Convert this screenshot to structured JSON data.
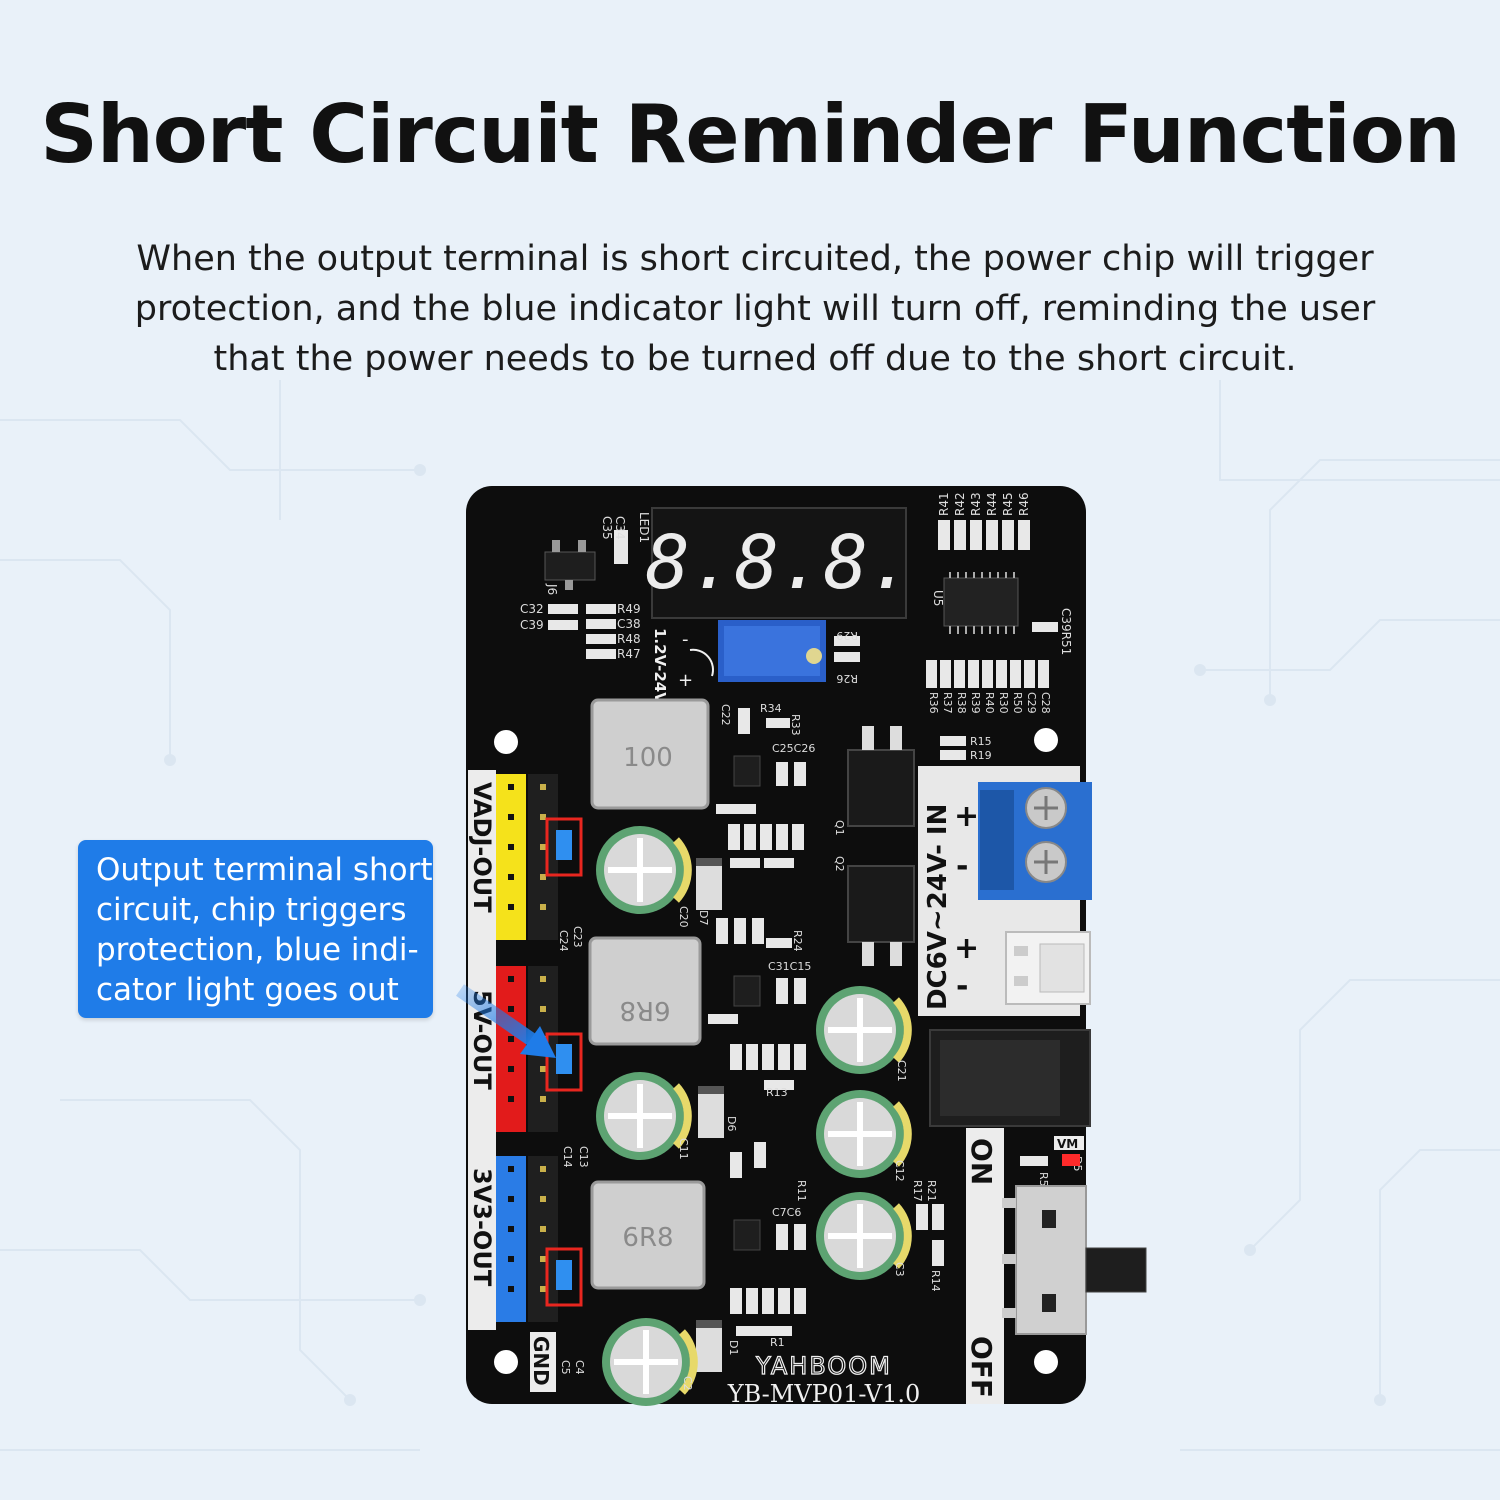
{
  "title": "Short Circuit Reminder Function",
  "description": [
    "When the output terminal is short circuited, the power chip will trigger",
    "protection, and the blue indicator light will turn off, reminding the user",
    "that the power needs to be turned off due to the short circuit."
  ],
  "callout": [
    "Output terminal short",
    "circuit, chip triggers",
    "protection, blue indi-",
    "cator light goes out"
  ],
  "board": {
    "display": "8.8.8.",
    "inductors": [
      "100",
      "6R8",
      "6R8"
    ],
    "input_range": "1.2V-24V",
    "input_label": "DC6V~24V- IN",
    "outputs": [
      "VADJ-OUT",
      "5V-OUT",
      "3V3-OUT"
    ],
    "gnd_label": "GND",
    "switch_on": "ON",
    "switch_off": "OFF",
    "vm_label": "VM",
    "brand": "YAHBOOM",
    "model": "YB-MVP01-V1.0",
    "chip": "U5",
    "led_ref": "LED1",
    "plus": "+",
    "minus": "-",
    "resistor_labels_top": [
      "R41",
      "R42",
      "R43",
      "R44",
      "R45",
      "R46"
    ],
    "resistor_labels_mid": [
      "R36",
      "R37",
      "R38",
      "R39",
      "R40",
      "R30",
      "R50",
      "C29",
      "C28"
    ],
    "labels_left": [
      "C32",
      "C39",
      "R49",
      "C38",
      "R48",
      "R47"
    ],
    "misc_labels": [
      "C34",
      "C35",
      "J6",
      "R29",
      "R26",
      "C22",
      "R34",
      "R33",
      "C25C26",
      "R15",
      "R19",
      "C39R51",
      "Q1",
      "Q2",
      "C20",
      "D7",
      "C21",
      "C11",
      "D6",
      "C12",
      "C3",
      "C2",
      "D1",
      "R14",
      "R21",
      "R17",
      "R5",
      "D5",
      "C7C6",
      "C31C15",
      "C23",
      "C24",
      "C13",
      "C14",
      "C4",
      "C5",
      "R24",
      "R13",
      "R11",
      "R1"
    ]
  }
}
